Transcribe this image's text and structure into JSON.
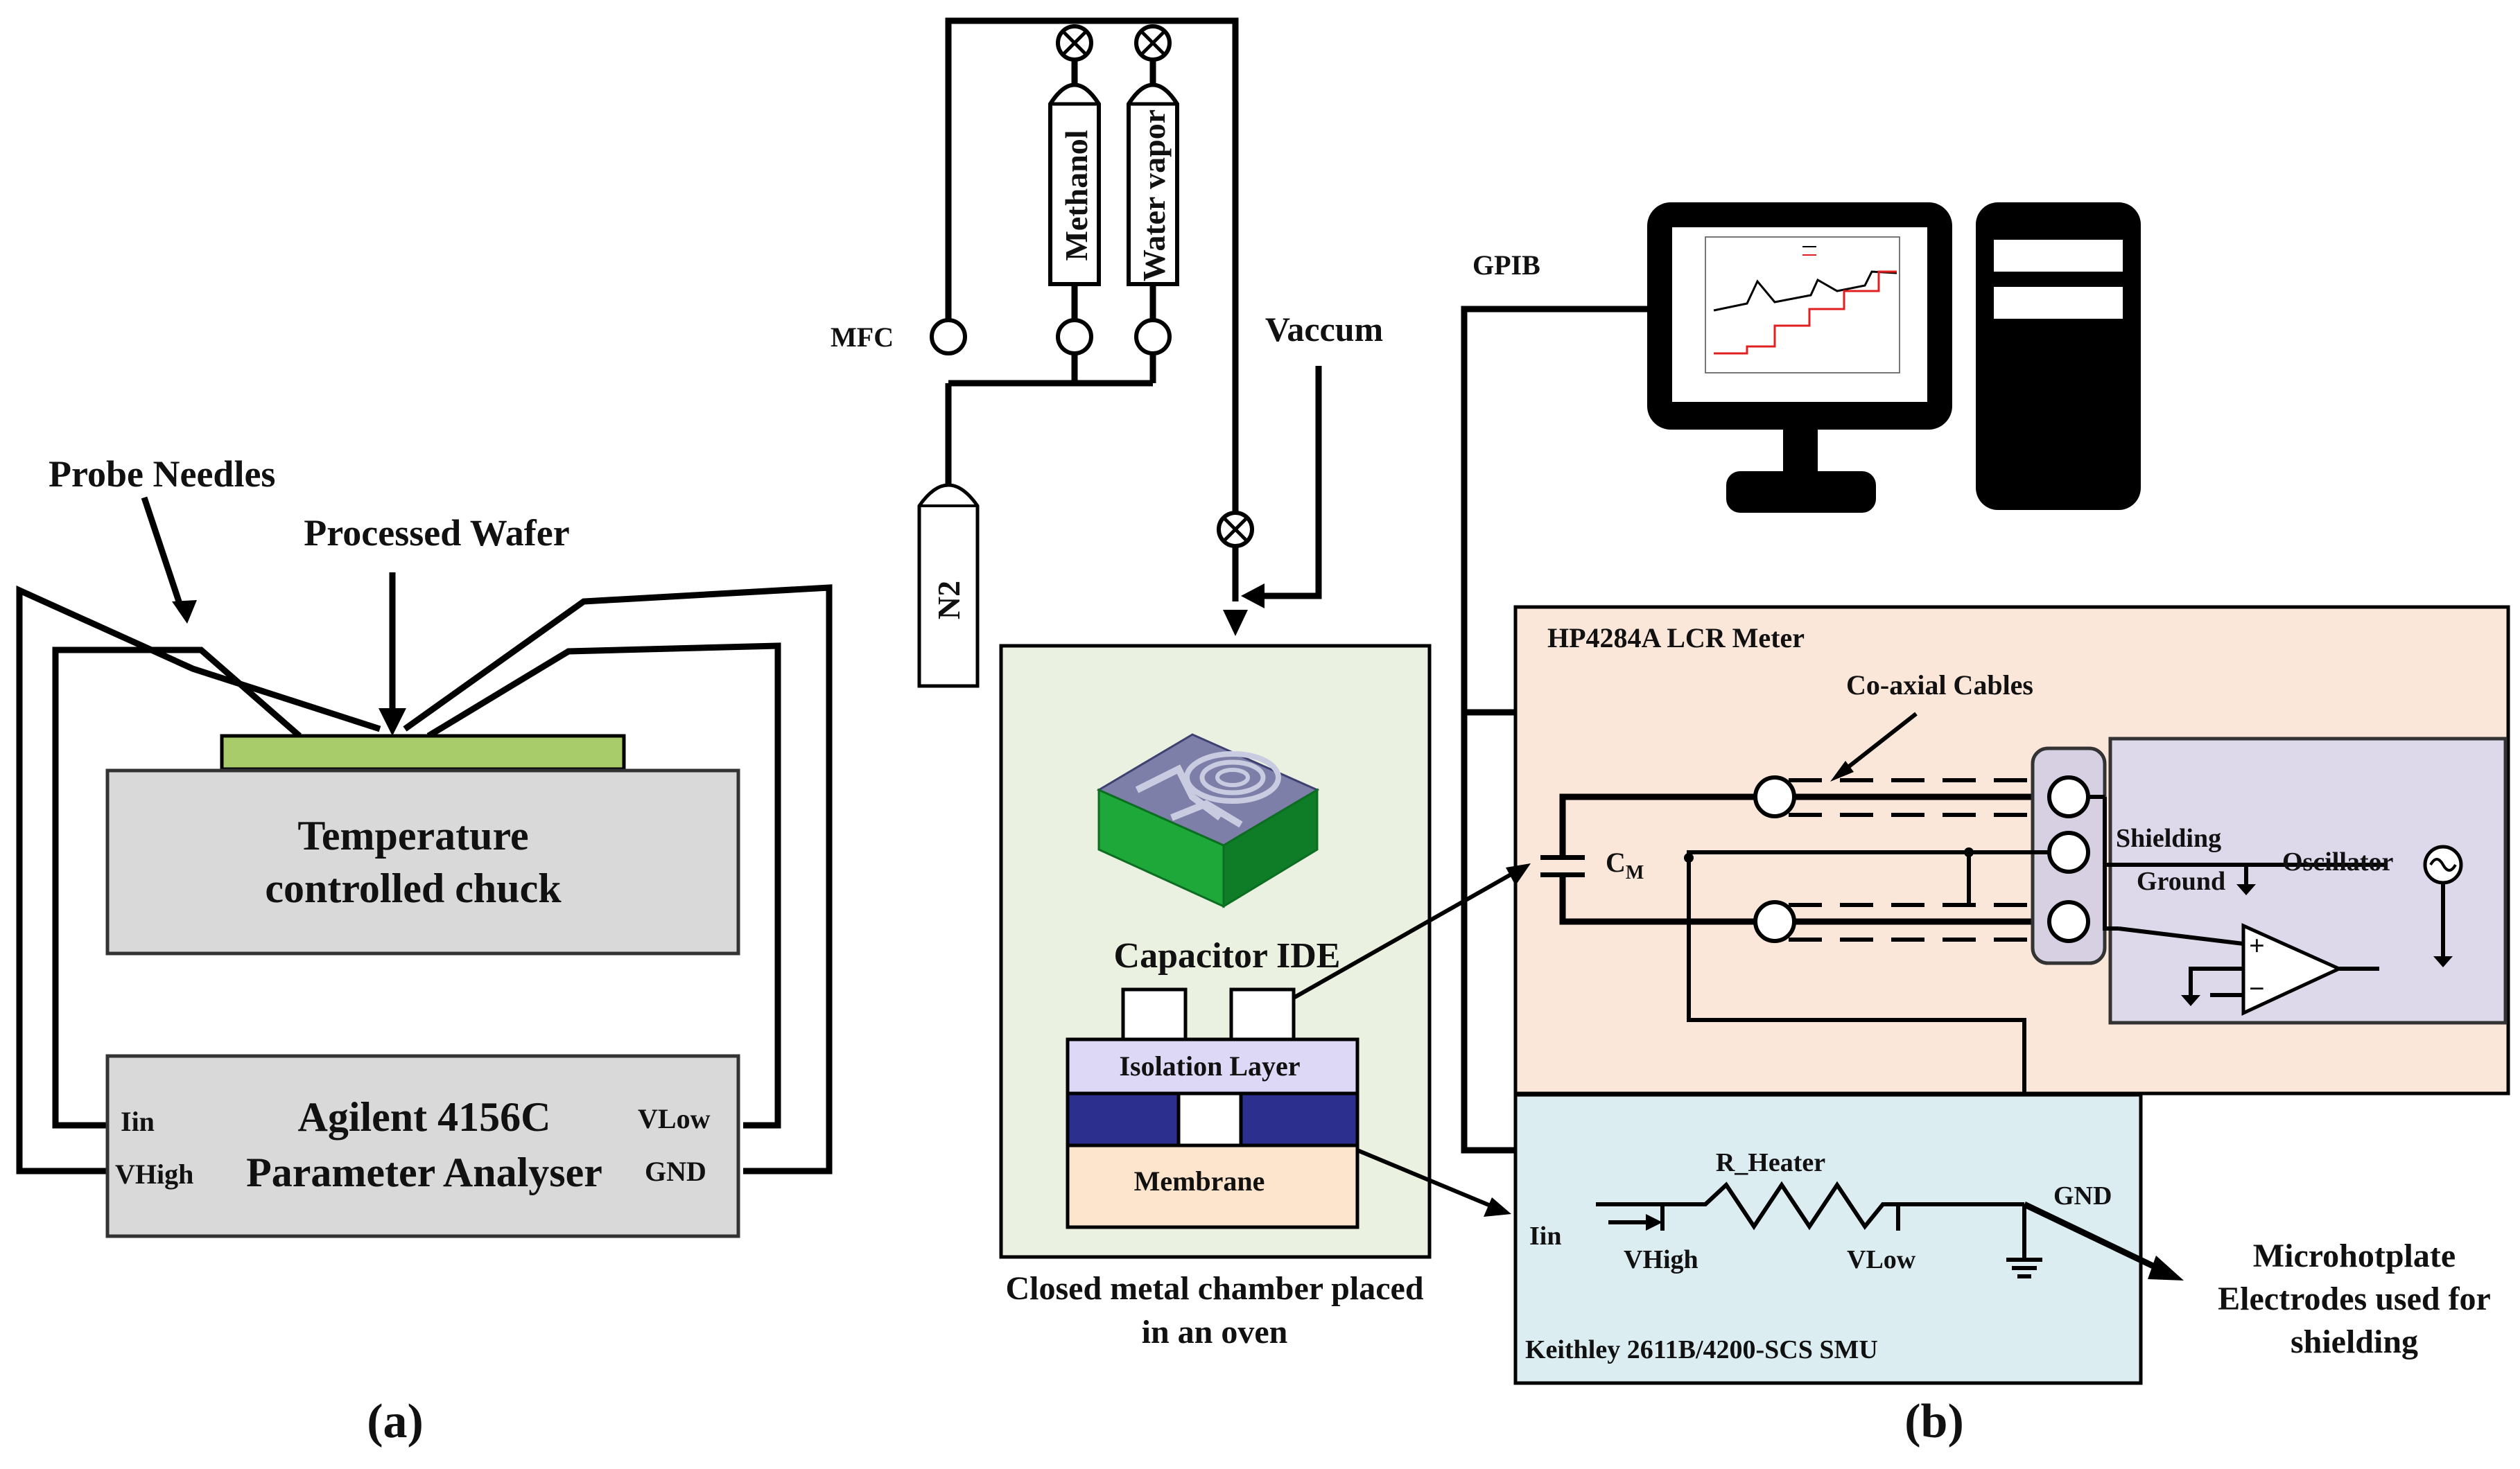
{
  "panel_a": {
    "caption": "(a)",
    "probe_needles": "Probe Needles",
    "processed_wafer": "Processed Wafer",
    "chuck_line1": "Temperature",
    "chuck_line2": "controlled chuck",
    "analyser_line1": "Agilent 4156C",
    "analyser_line2": "Parameter Analyser",
    "iin": "Iin",
    "vhigh": "VHigh",
    "vlow": "VLow",
    "gnd": "GND"
  },
  "panel_b": {
    "caption": "(b)",
    "mfc": "MFC",
    "methanol": "Methanol",
    "water_vapor": "Water vapor",
    "vaccum": "Vaccum",
    "n2": "N2",
    "capacitor_ide": "Capacitor IDE",
    "isolation_layer": "Isolation Layer",
    "membrane": "Membrane",
    "chamber_line1": "Closed metal chamber placed",
    "chamber_line2": "in an oven",
    "gpib": "GPIB",
    "lcr_meter": "HP4284A LCR Meter",
    "coaxial": "Co-axial Cables",
    "cm_main": "C",
    "cm_sub": "M",
    "shielding": "Shielding",
    "ground": "Ground",
    "oscillator": "Oscillator",
    "op_plus": "+",
    "op_minus": "−",
    "smu_label": "Keithley 2611B/4200-SCS SMU",
    "r_heater": "R_Heater",
    "smu_iin": "Iin",
    "smu_vhigh": "VHigh",
    "smu_vlow": "VLow",
    "smu_gnd": "GND",
    "micro_line1": "Microhotplate",
    "micro_line2": "Electrodes used for",
    "micro_line3": "shielding"
  },
  "colors": {
    "wafer": "#a9cc6b",
    "chuck": "#d9d9d9",
    "lcr_bg": "#fbe7d9",
    "smu_bg": "#dcedf2",
    "chamber_bg": "#ebf1e0",
    "opamp_bg": "#ddd8ea",
    "isolation": "#dcd8f5",
    "electrode": "#2c2f8e",
    "membrane": "#fde4cc",
    "chip_top": "#7d7fa8",
    "chip_side": "#1fa83a"
  }
}
